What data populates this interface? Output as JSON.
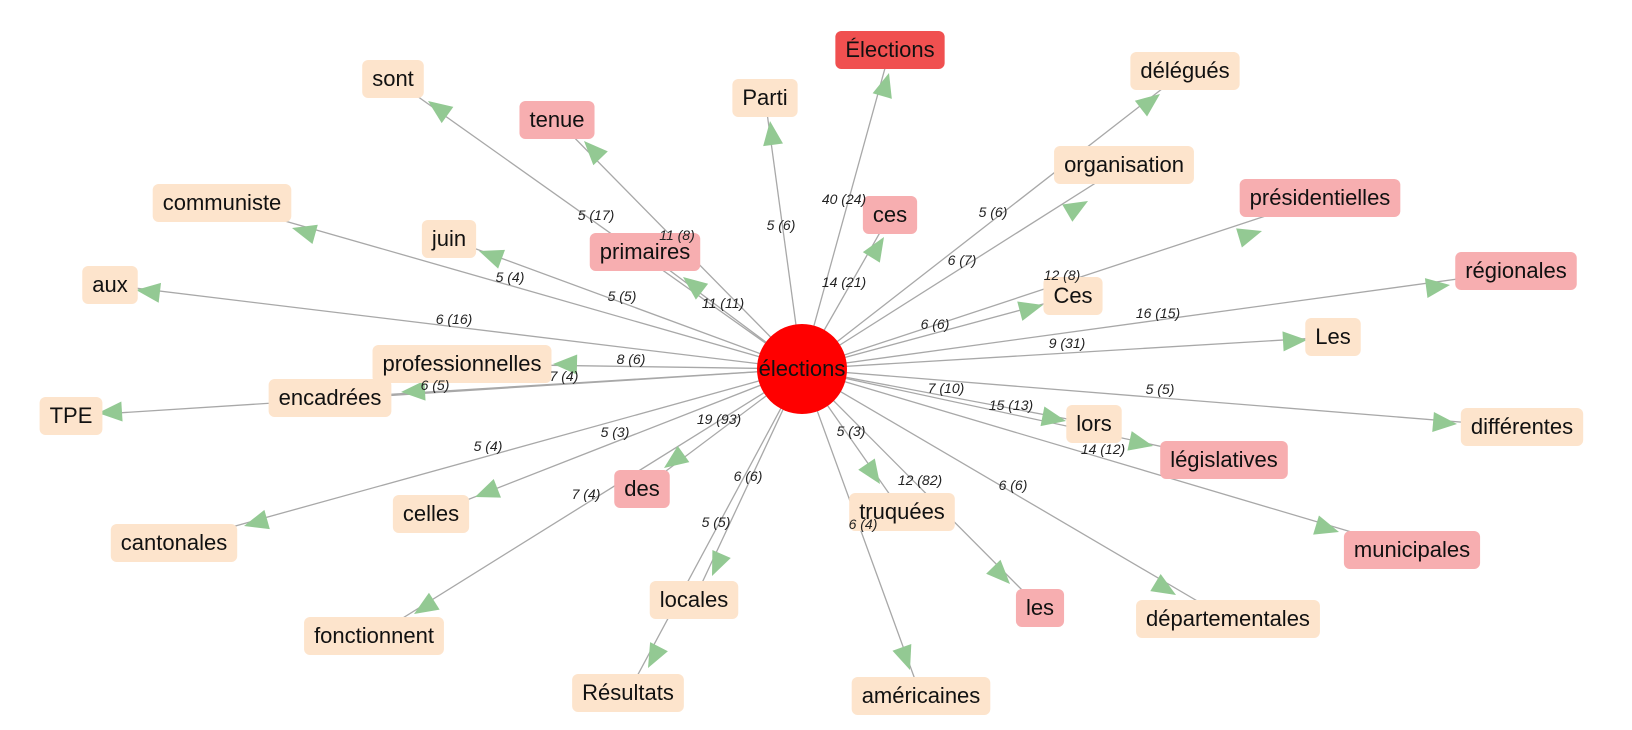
{
  "colors": {
    "peach": "#fde4cc",
    "pink": "#f7aeb0",
    "red": "#f05050",
    "hub": "#ff0000",
    "edge": "#a8a8a8",
    "arrow": "#93c993"
  },
  "hub": {
    "label": "élections"
  },
  "nodes": [
    {
      "id": "n-elections-cap",
      "label": "Élections",
      "style": "red",
      "edge_label": "40 (24)"
    },
    {
      "id": "n-parti",
      "label": "Parti",
      "style": "peach",
      "edge_label": "5 (6)"
    },
    {
      "id": "n-delegues",
      "label": "délégués",
      "style": "peach",
      "edge_label": "5 (6)"
    },
    {
      "id": "n-sont",
      "label": "sont",
      "style": "peach",
      "edge_label": "5 (17)"
    },
    {
      "id": "n-tenue",
      "label": "tenue",
      "style": "pink",
      "edge_label": "11 (8)"
    },
    {
      "id": "n-organisation",
      "label": "organisation",
      "style": "peach",
      "edge_label": "6 (7)"
    },
    {
      "id": "n-presidentielles",
      "label": "présidentielles",
      "style": "pink",
      "edge_label": "12 (8)"
    },
    {
      "id": "n-communiste",
      "label": "communiste",
      "style": "peach",
      "edge_label": "5 (4)"
    },
    {
      "id": "n-ces",
      "label": "ces",
      "style": "pink",
      "edge_label": "14 (21)"
    },
    {
      "id": "n-juin",
      "label": "juin",
      "style": "peach",
      "edge_label": "5 (5)"
    },
    {
      "id": "n-primaires",
      "label": "primaires",
      "style": "pink",
      "edge_label": "11 (11)"
    },
    {
      "id": "n-regionales",
      "label": "régionales",
      "style": "pink",
      "edge_label": "16 (15)"
    },
    {
      "id": "n-aux",
      "label": "aux",
      "style": "peach",
      "edge_label": "6 (16)"
    },
    {
      "id": "n-ces2",
      "label": "Ces",
      "style": "peach",
      "edge_label": "6 (6)"
    },
    {
      "id": "n-les-cap",
      "label": "Les",
      "style": "peach",
      "edge_label": "9 (31)"
    },
    {
      "id": "n-professionnelles",
      "label": "professionnelles",
      "style": "peach",
      "edge_label": "8 (6)"
    },
    {
      "id": "n-encadrees",
      "label": "encadrées",
      "style": "peach",
      "edge_label": "7 (4)"
    },
    {
      "id": "n-tpe",
      "label": "TPE",
      "style": "peach",
      "edge_label": "6 (5)"
    },
    {
      "id": "n-differentes",
      "label": "différentes",
      "style": "peach",
      "edge_label": "5 (5)"
    },
    {
      "id": "n-lors",
      "label": "lors",
      "style": "peach",
      "edge_label": "7 (10)"
    },
    {
      "id": "n-legislatives",
      "label": "législatives",
      "style": "pink",
      "edge_label": "15 (13)"
    },
    {
      "id": "n-municipales",
      "label": "municipales",
      "style": "pink",
      "edge_label": "14 (12)"
    },
    {
      "id": "n-cantonales",
      "label": "cantonales",
      "style": "peach",
      "edge_label": "5 (4)"
    },
    {
      "id": "n-celles",
      "label": "celles",
      "style": "peach",
      "edge_label": "5 (3)"
    },
    {
      "id": "n-des",
      "label": "des",
      "style": "pink",
      "edge_label": "19 (93)"
    },
    {
      "id": "n-fonctionnent",
      "label": "fonctionnent",
      "style": "peach",
      "edge_label": "7 (4)"
    },
    {
      "id": "n-locales",
      "label": "locales",
      "style": "peach",
      "edge_label": "6 (6)"
    },
    {
      "id": "n-resultats",
      "label": "Résultats",
      "style": "peach",
      "edge_label": "5 (5)"
    },
    {
      "id": "n-truquees",
      "label": "truquées",
      "style": "peach",
      "edge_label": "5 (3)"
    },
    {
      "id": "n-americaines",
      "label": "américaines",
      "style": "peach",
      "edge_label": "6 (4)"
    },
    {
      "id": "n-les",
      "label": "les",
      "style": "pink",
      "edge_label": "12 (82)"
    },
    {
      "id": "n-departementales",
      "label": "départementales",
      "style": "peach",
      "edge_label": "6 (6)"
    }
  ]
}
